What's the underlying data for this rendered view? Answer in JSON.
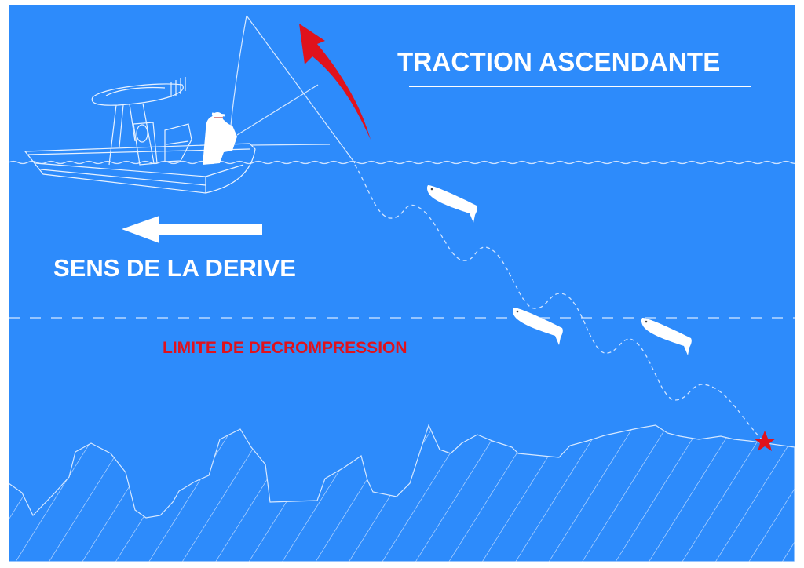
{
  "diagram": {
    "title": "TRACTION ASCENDANTE",
    "drift_label": "SENS DE LA DERIVE",
    "decompression_label": "LIMITE DE DECROMPRESSION",
    "colors": {
      "water": "#2d8bfb",
      "line": "#ffffff",
      "accent": "#e0121c",
      "frame": "#ffffff"
    },
    "icons": {
      "boat": "boat-outline-icon",
      "angler": "angler-icon",
      "traction_arrow": "curved-arrow-up-icon",
      "drift_arrow": "arrow-left-icon",
      "lure": "fish-lure-icon",
      "target": "star-icon"
    },
    "lure_count": 3
  }
}
